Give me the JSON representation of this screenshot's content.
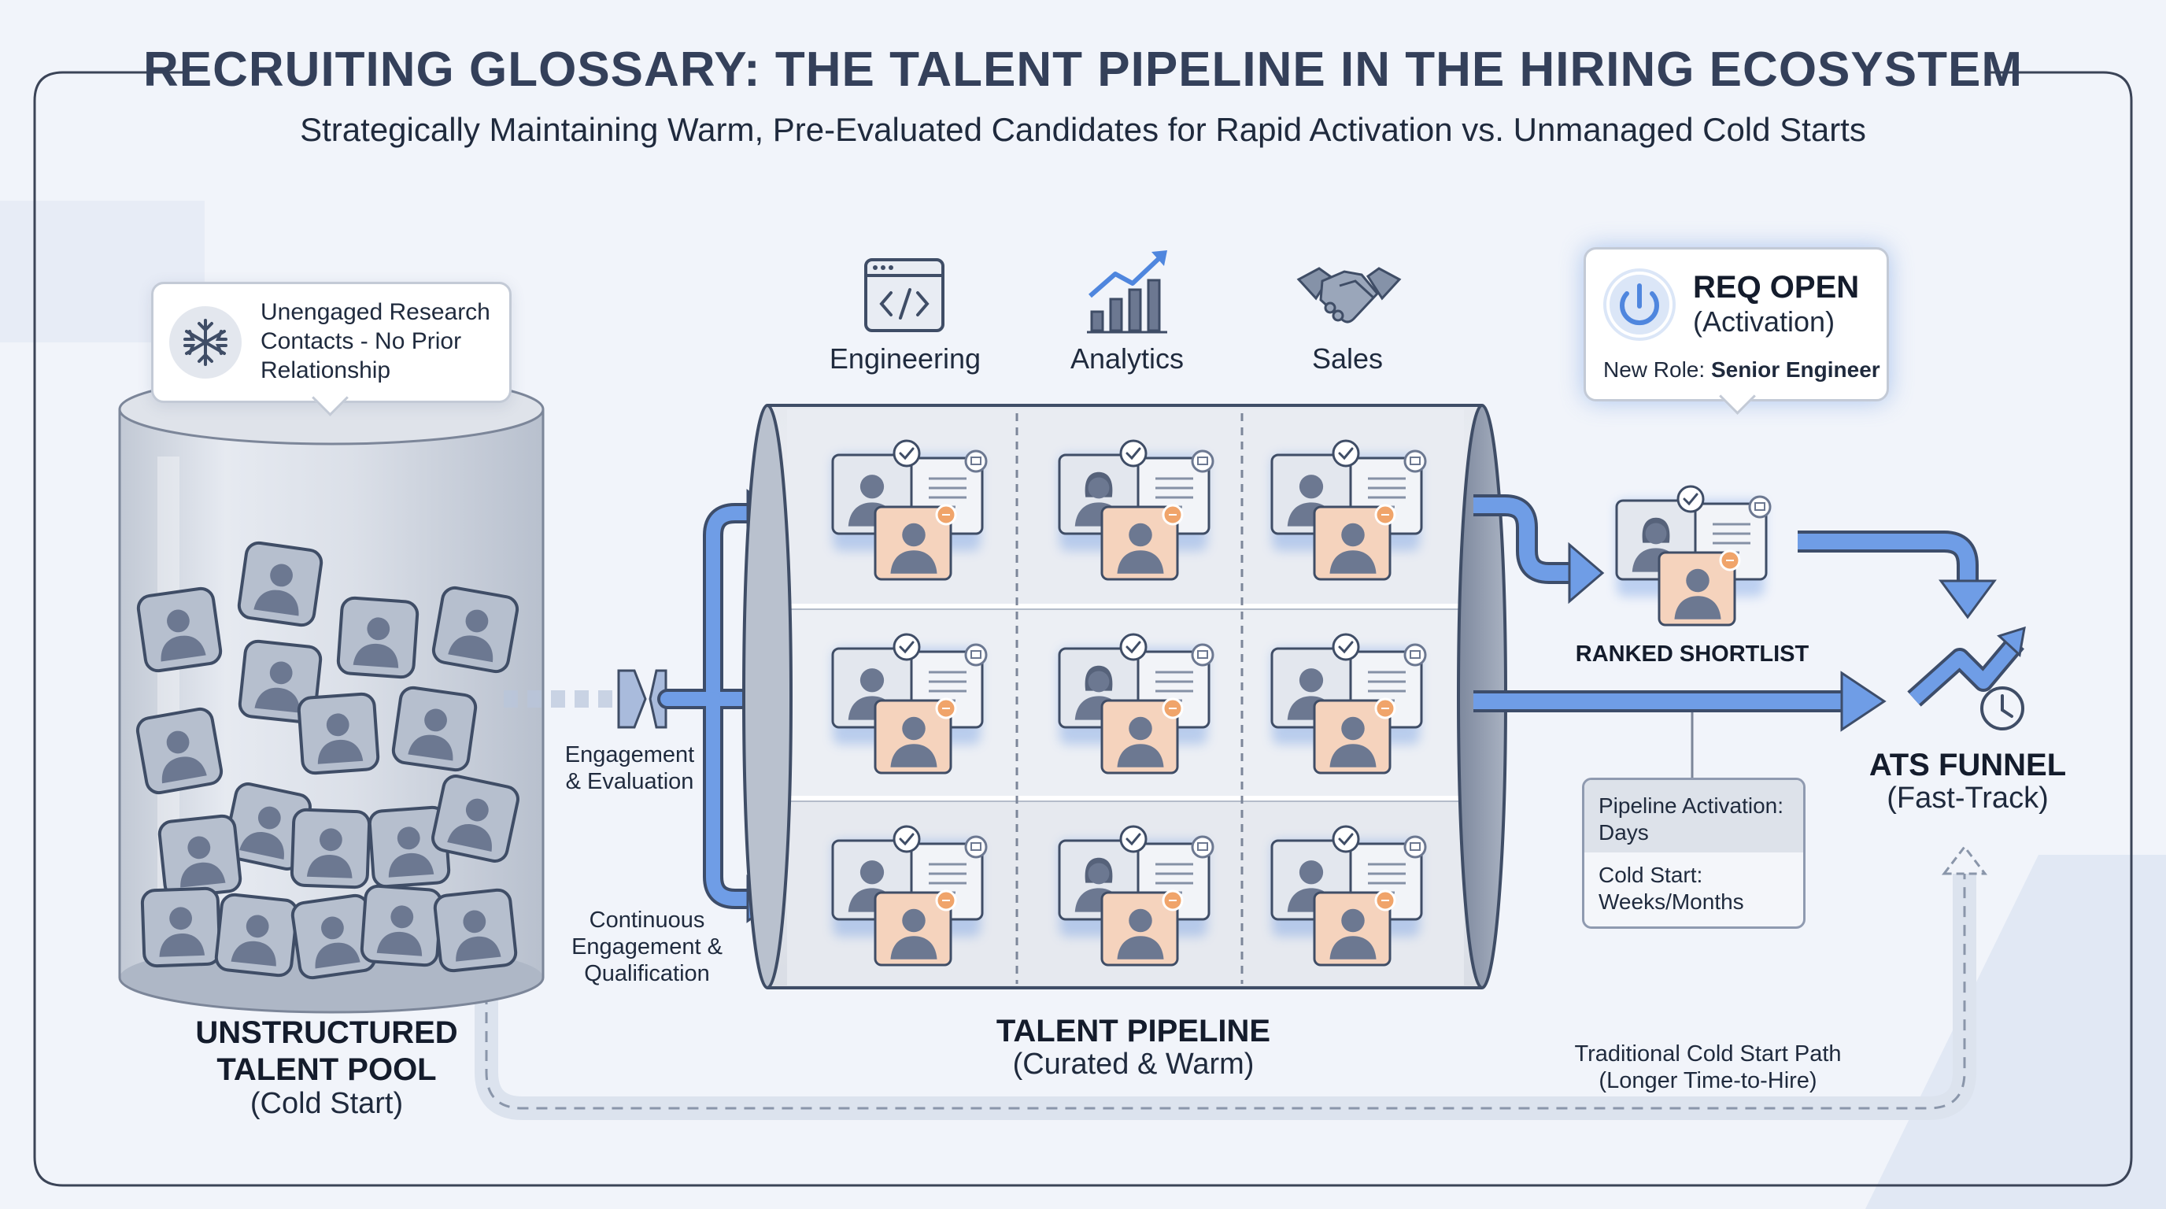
{
  "title": "RECRUITING GLOSSARY: THE TALENT PIPELINE IN THE HIRING ECOSYSTEM",
  "subtitle": "Strategically Maintaining Warm, Pre-Evaluated Candidates for Rapid Activation vs. Unmanaged Cold Starts",
  "pool": {
    "callout_line1": "Unengaged Research",
    "callout_line2": "Contacts - No Prior",
    "callout_line3": "Relationship",
    "callout_icon": "snowflake-icon",
    "label_line1": "UNSTRUCTURED",
    "label_line2": "TALENT POOL",
    "label_sub": "(Cold Start)"
  },
  "engagement": {
    "label_line1": "Engagement",
    "label_line2": "& Evaluation",
    "continuous_line1": "Continuous",
    "continuous_line2": "Engagement &",
    "continuous_line3": "Qualification"
  },
  "departments": [
    {
      "label": "Engineering",
      "icon": "code-window-icon"
    },
    {
      "label": "Analytics",
      "icon": "bar-chart-trend-icon"
    },
    {
      "label": "Sales",
      "icon": "handshake-icon"
    }
  ],
  "pipeline": {
    "label": "TALENT PIPELINE",
    "label_sub": "(Curated & Warm)"
  },
  "req": {
    "title": "REQ OPEN",
    "sub": "(Activation)",
    "role_prefix": "New Role:",
    "role_value": "Senior Engineer",
    "icon": "power-icon"
  },
  "shortlist": {
    "label": "RANKED SHORTLIST"
  },
  "timing": {
    "activation_label": "Pipeline Activation:",
    "activation_value": "Days",
    "cold_label": "Cold Start:",
    "cold_value": "Weeks/Months"
  },
  "ats": {
    "label": "ATS FUNNEL",
    "sub": "(Fast-Track)",
    "icon": "trend-clock-icon"
  },
  "cold_path": {
    "line1": "Traditional Cold Start Path",
    "line2": "(Longer Time-to-Hire)"
  },
  "colors": {
    "accent": "#5b8ee0",
    "accent_dark": "#3d6fc9",
    "cylinder": "#aab3c3",
    "silhouette": "#6c7891",
    "warm": "#f5d3bd",
    "title": "#34405a"
  }
}
